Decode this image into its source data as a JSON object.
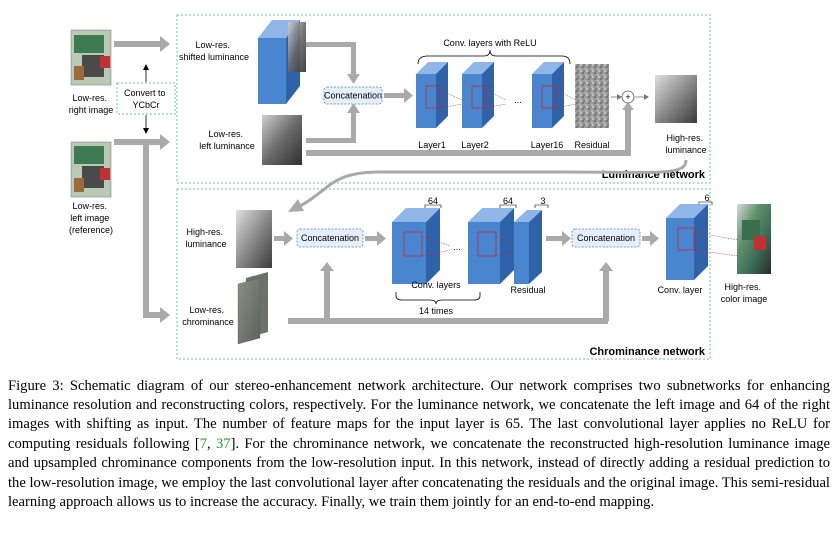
{
  "diagram": {
    "inputs": {
      "right_image": "Low-res. right image",
      "left_image": "Low-res. left image (reference)",
      "convert": "Convert to YCbCr"
    },
    "luminance": {
      "shifted_label": "Low-res. shifted luminance",
      "left_lum_label": "Low-res. left luminance",
      "concat": "Concatenation",
      "conv_title": "Conv. layers with ReLU",
      "layer1": "Layer1",
      "layer2": "Layer2",
      "ellipsis": "...",
      "layer16": "Layer16",
      "residual": "Residual",
      "plus": "+",
      "output": "High-res. luminance",
      "network_title": "Luminance network"
    },
    "chrominance": {
      "hr_lum_label": "High-res. luminance",
      "lr_chrom_label": "Low-res. chrominance",
      "concat1": "Concatenation",
      "dim64a": "64",
      "dim64b": "64",
      "dim3": "3",
      "ellipsis": "...",
      "conv_layers": "Conv. layers",
      "residual": "Residual",
      "times": "14 times",
      "concat2": "Concatenation",
      "dim6": "6",
      "conv_layer": "Conv. layer",
      "output": "High-res. color image",
      "network_title": "Chrominance network"
    }
  },
  "caption": {
    "pre": "Figure 3: Schematic diagram of our stereo-enhancement network architecture. Our network comprises two subnetworks for enhancing luminance resolution and reconstructing colors, respectively. For the luminance network, we concatenate the left image and 64 of the right images with shifting as input. The number of feature maps for the input layer is 65. The last convolutional layer applies no ReLU for computing residuals following [",
    "ref1": "7",
    "sep": ", ",
    "ref2": "37",
    "post": "]. For the chrominance network, we concatenate the reconstructed high-resolution luminance image and upsampled chrominance components from the low-resolution input. In this network, instead of directly adding a residual prediction to the low-resolution image, we employ the last convolutional layer after concatenating the residuals and the original image. This semi-residual learning approach allows us to increase the accuracy. Finally, we train them jointly for an end-to-end mapping."
  },
  "colors": {
    "block_front": "#4a86cf",
    "block_top": "#8fb6e6",
    "block_side": "#2f62a8",
    "arrow": "#a9a9a9",
    "dashed_border": "#6fc39a",
    "concat_fill": "#e6eefa",
    "citation": "#2e9e2e"
  }
}
